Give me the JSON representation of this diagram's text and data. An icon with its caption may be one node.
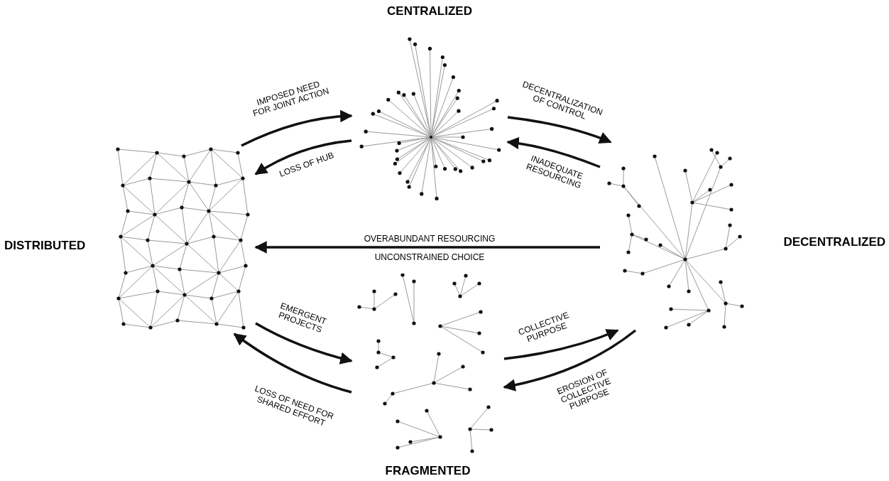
{
  "diagram": {
    "nodes": [
      {
        "text": [
          "CENTRALIZED"
        ]
      },
      {
        "text": [
          "DECENTRALIZED"
        ]
      },
      {
        "text": [
          "FRAGMENTED"
        ]
      },
      {
        "text": [
          "DISTRIBUTED"
        ]
      }
    ],
    "edges": [
      {
        "from": 3,
        "to": 0,
        "arrow": "to",
        "label": "IMPOSED NEED FOR JOINT ACTION"
      },
      {
        "from": 0,
        "to": 3,
        "arrow": "to",
        "label": "LOSS OF HUB"
      },
      {
        "from": 0,
        "to": 1,
        "arrow": "to",
        "label": "DECENTRALIZATION OF CONTROL"
      },
      {
        "from": 1,
        "to": 0,
        "arrow": "to",
        "label": "INADEQUATE RESOURCING"
      },
      {
        "from": 1,
        "to": 3,
        "arrow": "to",
        "label": "OVERABUNDANT RESOURCING"
      },
      {
        "from": 3,
        "to": 2,
        "arrow": "to",
        "label": "EMERGENT PROJECTS"
      },
      {
        "from": 2,
        "to": 3,
        "arrow": "to",
        "label": "LOSS OF NEED FOR SHARED EFFORT"
      },
      {
        "from": 2,
        "to": 1,
        "arrow": "to",
        "label": "COLLECTIVE PURPOSE"
      },
      {
        "from": 1,
        "to": 2,
        "arrow": "to",
        "label": "EROSION OF COLLECTIVE PURPOSE"
      }
    ],
    "labels": [
      "UNCONSTRAINED CHOICE"
    ]
  }
}
